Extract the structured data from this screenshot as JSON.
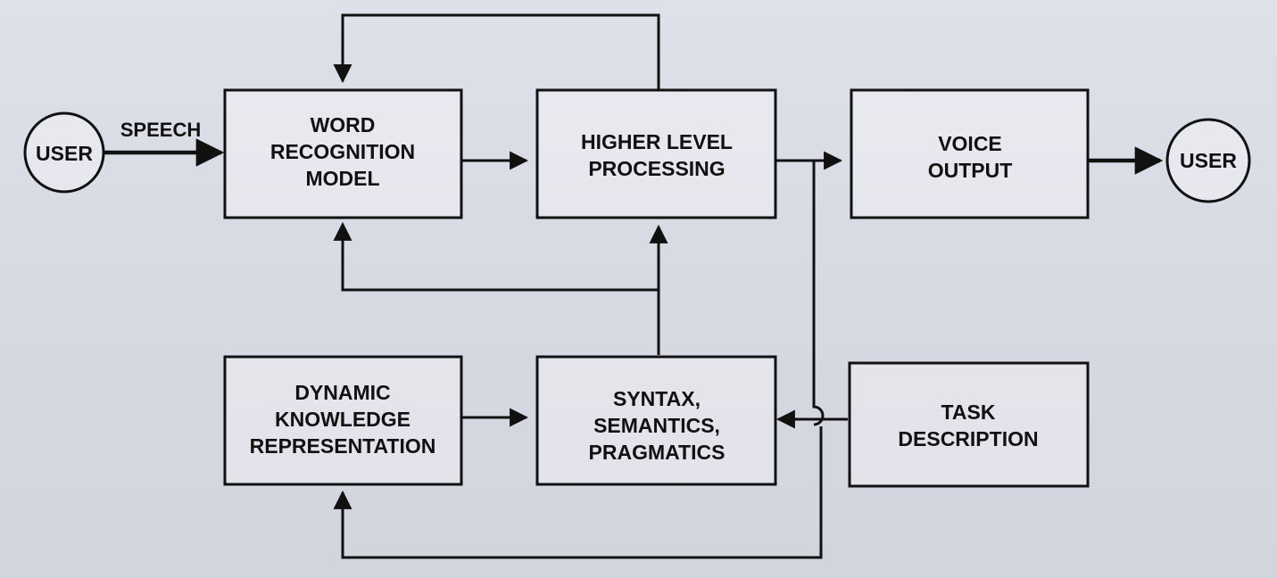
{
  "nodes": {
    "user_left": "USER",
    "user_right": "USER",
    "word_recognition": [
      "WORD",
      "RECOGNITION",
      "MODEL"
    ],
    "higher_level": [
      "HIGHER  LEVEL",
      "PROCESSING"
    ],
    "voice_output": [
      "VOICE",
      "OUTPUT"
    ],
    "dynamic_knowledge": [
      "DYNAMIC",
      "KNOWLEDGE",
      "REPRESENTATION"
    ],
    "syntax": [
      "SYNTAX,",
      "SEMANTICS,",
      "PRAGMATICS"
    ],
    "task_description": [
      "TASK",
      "DESCRIPTION"
    ]
  },
  "edge_labels": {
    "speech": "SPEECH"
  },
  "colors": {
    "ink": "#111111",
    "background": "#d9dbe4"
  }
}
